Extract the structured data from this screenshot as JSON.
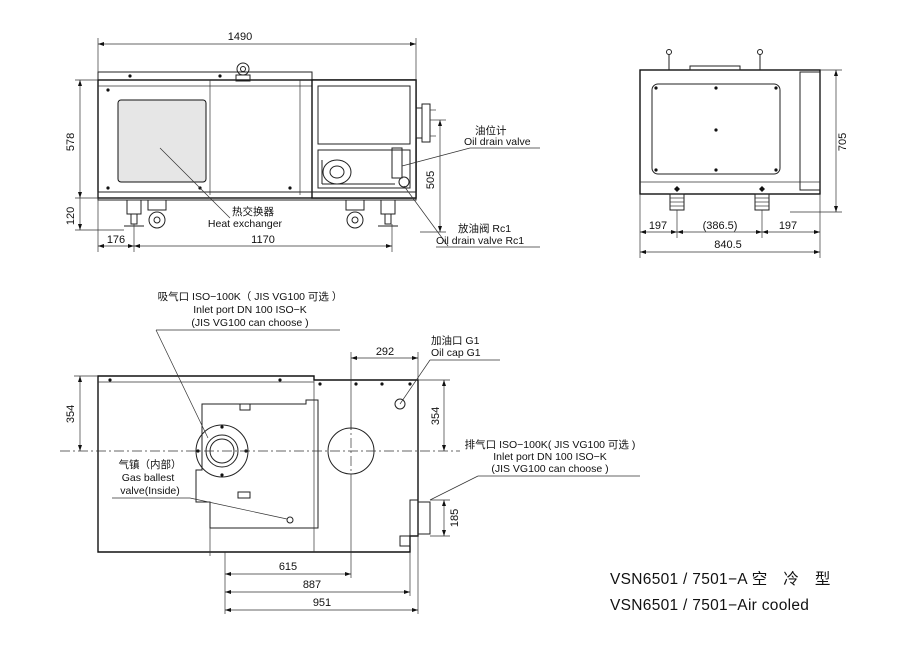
{
  "views": {
    "front": {
      "dims": {
        "overall_width": "1490",
        "height_upper": "578",
        "height_lower": "120",
        "left_offset": "176",
        "foot_span": "1170",
        "inner_height": "505"
      },
      "labels": {
        "heat_exchanger_cn": "热交换器",
        "heat_exchanger_en": "Heat exchanger",
        "oil_level_cn": "油位计",
        "oil_level_en": "Oil drain valve",
        "drain_cn": "放油阀 Rc1",
        "drain_en": "Oil drain valve Rc1"
      }
    },
    "side": {
      "dims": {
        "height": "705",
        "left": "197",
        "middle": "(386.5)",
        "right": "197",
        "total": "840.5"
      }
    },
    "top": {
      "dims": {
        "left_height": "354",
        "right_height": "354",
        "cap_width": "292",
        "exhaust_height": "185",
        "d615": "615",
        "d887": "887",
        "d951": "951"
      },
      "labels": {
        "inlet_cn": "吸气口 ISO−100K（ JIS VG100 可选 ）",
        "inlet_en": "Inlet port DN 100 ISO−K",
        "inlet_note": "(JIS VG100 can choose )",
        "oilcap_cn": "加油口 G1",
        "oilcap_en": "Oil cap G1",
        "exhaust_cn": "排气口 ISO−100K( JIS VG100 可选 )",
        "exhaust_en": "Inlet port DN 100 ISO−K",
        "exhaust_note": "(JIS VG100 can choose )",
        "gas_cn": "气镇（内部）",
        "gas_en1": "Gas ballest",
        "gas_en2": "valve(Inside)"
      }
    }
  },
  "model": {
    "line1": "VSN6501 / 7501−A 空　冷　型",
    "line2": "VSN6501 / 7501−Air cooled"
  }
}
